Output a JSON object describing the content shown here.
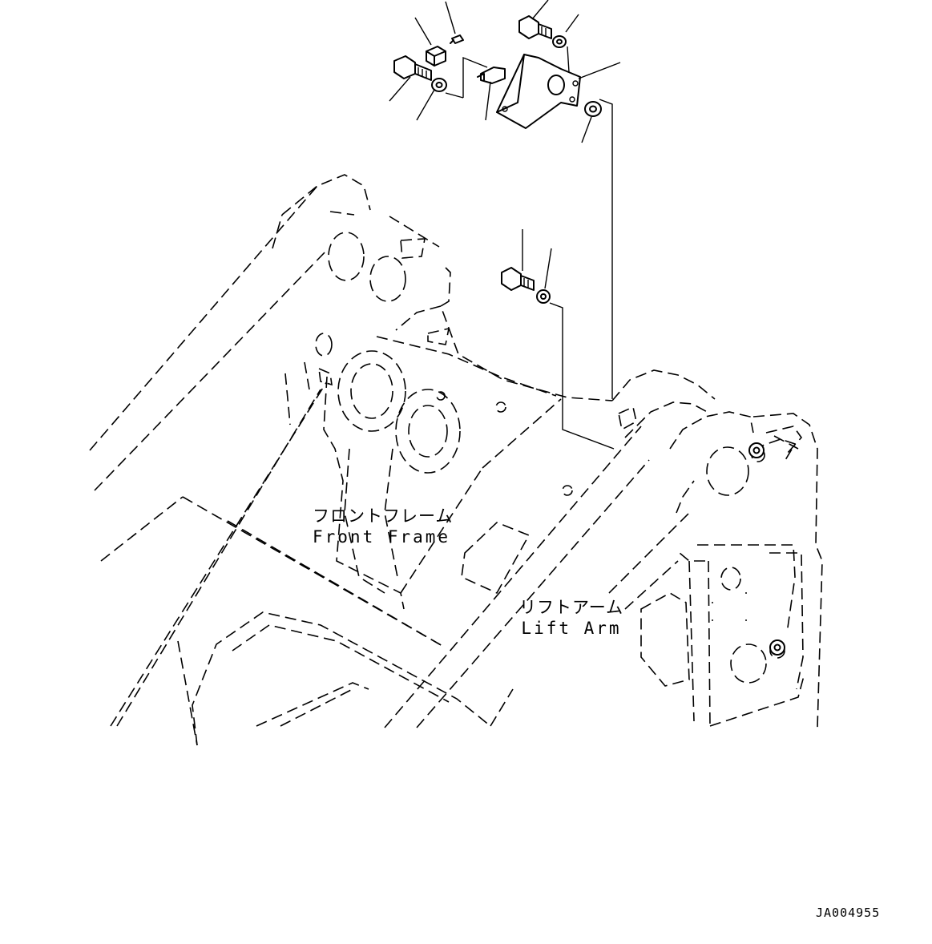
{
  "labels": {
    "front_frame_jp": "フロントフレーム",
    "front_frame_en": "Front Frame",
    "lift_arm_jp": "リフトアーム",
    "lift_arm_en": "Lift Arm"
  },
  "drawing_code": "JA004955",
  "colors": {
    "line": "#000000",
    "background": "#ffffff"
  }
}
